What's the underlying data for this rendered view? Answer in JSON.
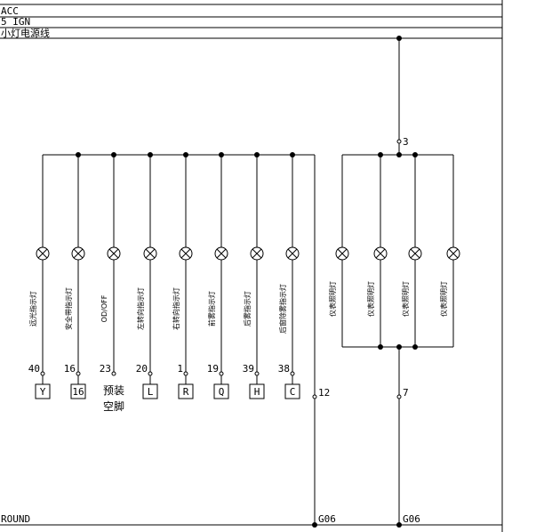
{
  "rails": [
    {
      "label": "ACC"
    },
    {
      "label": "5 IGN"
    },
    {
      "label": "小灯电源线"
    }
  ],
  "left_group": {
    "lamps": [
      {
        "label": "远光指示灯",
        "pin": "40",
        "connector": "Y"
      },
      {
        "label": "安全带指示灯",
        "pin": "16",
        "connector": "16"
      },
      {
        "label": "OD/OFF",
        "pin": "23",
        "connector": "",
        "note": "预装空脚"
      },
      {
        "label": "左转向指示灯",
        "pin": "20",
        "connector": "L"
      },
      {
        "label": "右转向指示灯",
        "pin": "1",
        "connector": "R"
      },
      {
        "label": "前雾指示灯",
        "pin": "19",
        "connector": "Q"
      },
      {
        "label": "后雾指示灯",
        "pin": "39",
        "connector": "H"
      },
      {
        "label": "后窗除雾指示灯",
        "pin": "38",
        "connector": "C"
      }
    ],
    "ground_pin": "12",
    "ground_code": "G06"
  },
  "right_group": {
    "top_pin": "3",
    "bottom_pin": "7",
    "lamps": [
      {
        "label": "仪表照明灯"
      },
      {
        "label": "仪表照明灯"
      },
      {
        "label": "仪表照明灯"
      },
      {
        "label": "仪表照明灯"
      }
    ],
    "ground_code": "G06"
  },
  "ground": {
    "label": "ROUND"
  },
  "note_lines": [
    "预装",
    "空脚"
  ]
}
